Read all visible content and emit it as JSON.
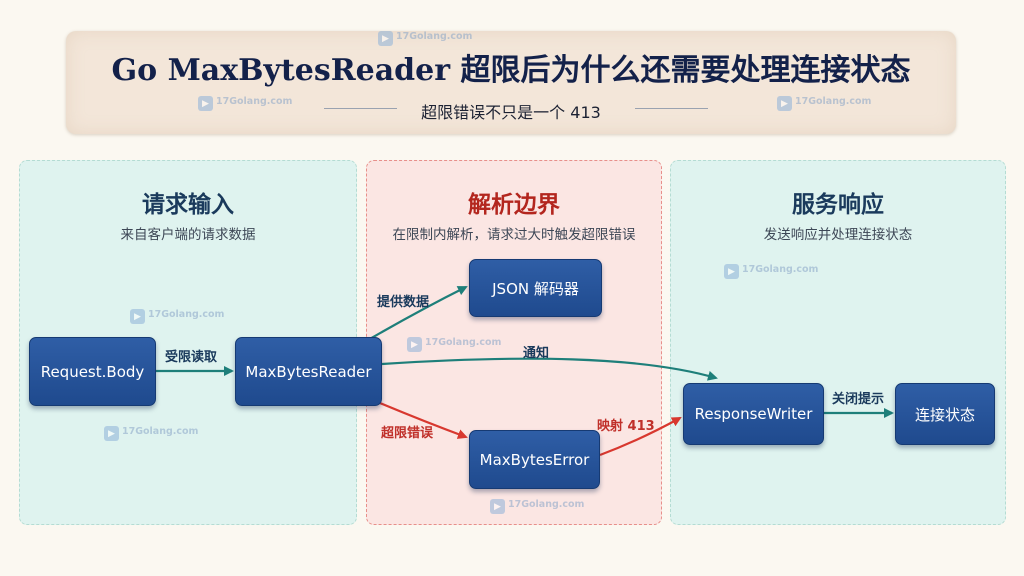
{
  "header": {
    "title": "Go MaxBytesReader 超限后为什么还需要处理连接状态",
    "subtitle": "超限错误不只是一个 413"
  },
  "panels": {
    "input": {
      "title": "请求输入",
      "subtitle": "来自客户端的请求数据",
      "title_color": "#1a3a5c"
    },
    "parse": {
      "title": "解析边界",
      "subtitle": "在限制内解析，请求过大时触发超限错误",
      "title_color": "#b3261e"
    },
    "response": {
      "title": "服务响应",
      "subtitle": "发送响应并处理连接状态",
      "title_color": "#1a3a5c"
    }
  },
  "nodes": {
    "request_body": "Request.Body",
    "max_bytes_reader": "MaxBytesReader",
    "json_decoder": "JSON 解码器",
    "max_bytes_error": "MaxBytesError",
    "response_writer": "ResponseWriter",
    "connection_state": "连接状态"
  },
  "edges": {
    "limited_read": "受限读取",
    "provide_data": "提供数据",
    "notify": "通知",
    "limit_error": "超限错误",
    "map_413": "映射 413",
    "close_hint": "关闭提示"
  },
  "colors": {
    "teal_edge": "#1e7f7a",
    "red_edge": "#d8382f",
    "node_fill": "#24508f"
  },
  "watermark": {
    "text": "17Golang.com",
    "icon": "logo-icon"
  }
}
